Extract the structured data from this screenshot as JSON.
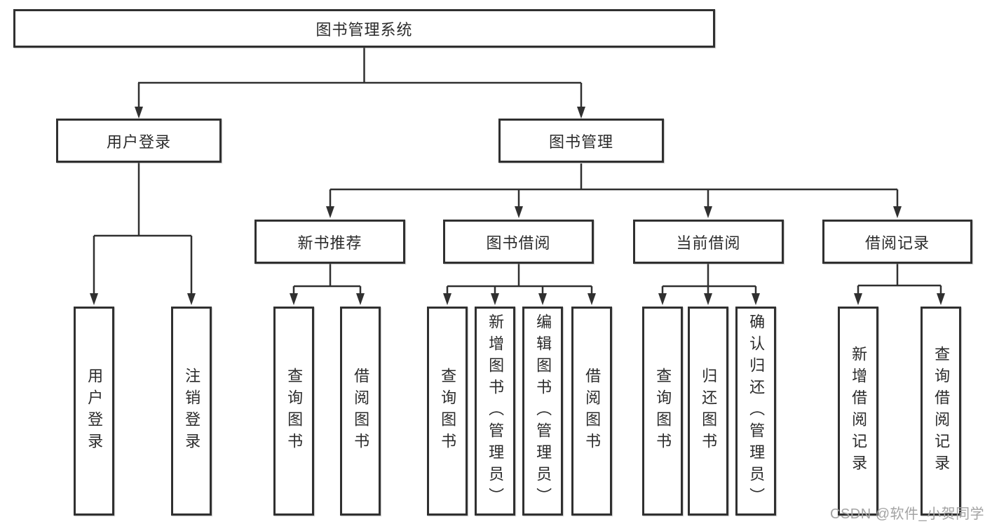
{
  "diagram": {
    "type": "tree",
    "root": {
      "label": "图书管理系统",
      "children": [
        {
          "label": "用户登录",
          "children": [
            {
              "label": "用户登录"
            },
            {
              "label": "注销登录"
            }
          ]
        },
        {
          "label": "图书管理",
          "children": [
            {
              "label": "新书推荐",
              "children": [
                {
                  "label": "查询图书"
                },
                {
                  "label": "借阅图书"
                }
              ]
            },
            {
              "label": "图书借阅",
              "children": [
                {
                  "label": "查询图书"
                },
                {
                  "label": "新增图书（管理员）"
                },
                {
                  "label": "编辑图书（管理员）"
                },
                {
                  "label": "借阅图书"
                }
              ]
            },
            {
              "label": "当前借阅",
              "children": [
                {
                  "label": "查询图书"
                },
                {
                  "label": "归还图书"
                },
                {
                  "label": "确认归还（管理员）"
                }
              ]
            },
            {
              "label": "借阅记录",
              "children": [
                {
                  "label": "新增借阅记录"
                },
                {
                  "label": "查询借阅记录"
                }
              ]
            }
          ]
        }
      ]
    }
  },
  "watermark": "CSDN @软件_小贺同学",
  "colors": {
    "line": "#303030",
    "text": "#2b2b2b",
    "box_background": "#ffffff",
    "watermark": "#a3a3a3"
  }
}
